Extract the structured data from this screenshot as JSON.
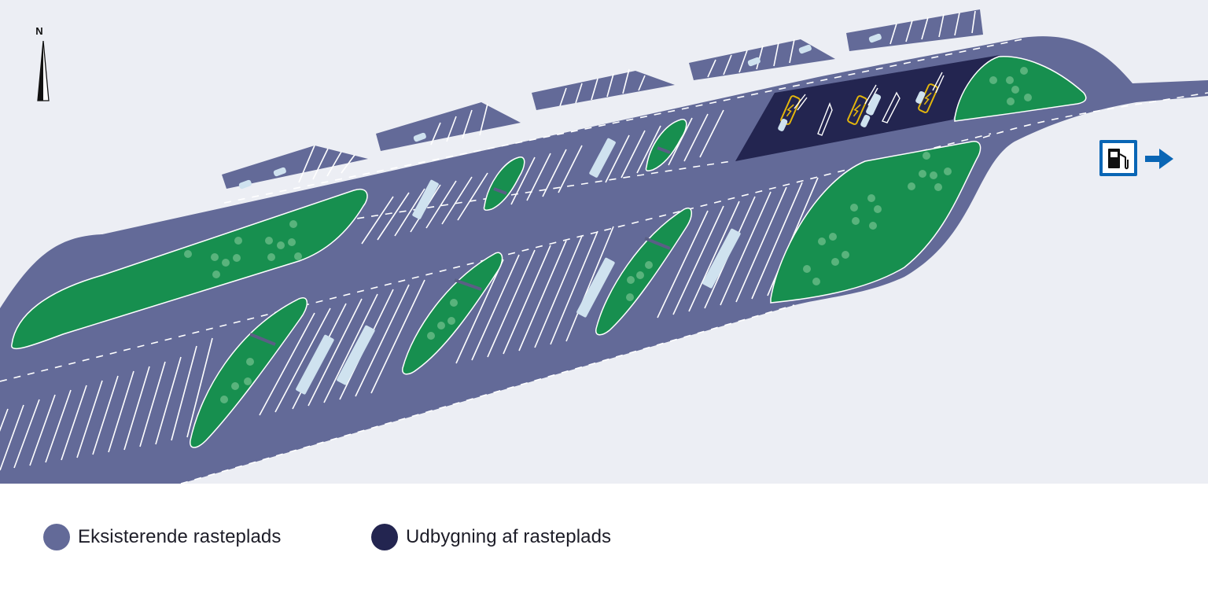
{
  "map": {
    "north_label": "N",
    "colors": {
      "background": "#eceef4",
      "existing_area": "#636a98",
      "expansion_area": "#232550",
      "green_space": "#178f4f",
      "tree_dot": "#6fbf8c",
      "lines": "#ffffff",
      "vehicle": "#cfe2ef",
      "ev_charger": "#e3b60d",
      "sign_blue": "#0a66b5"
    },
    "icons": {
      "north_arrow": "north-arrow-icon",
      "fuel_sign": "fuel-pump-icon",
      "direction_arrow": "arrow-right-icon"
    }
  },
  "legend": {
    "items": [
      {
        "label": "Eksisterende rasteplads",
        "color": "#636a98"
      },
      {
        "label": "Udbygning af rasteplads",
        "color": "#232550"
      }
    ]
  }
}
